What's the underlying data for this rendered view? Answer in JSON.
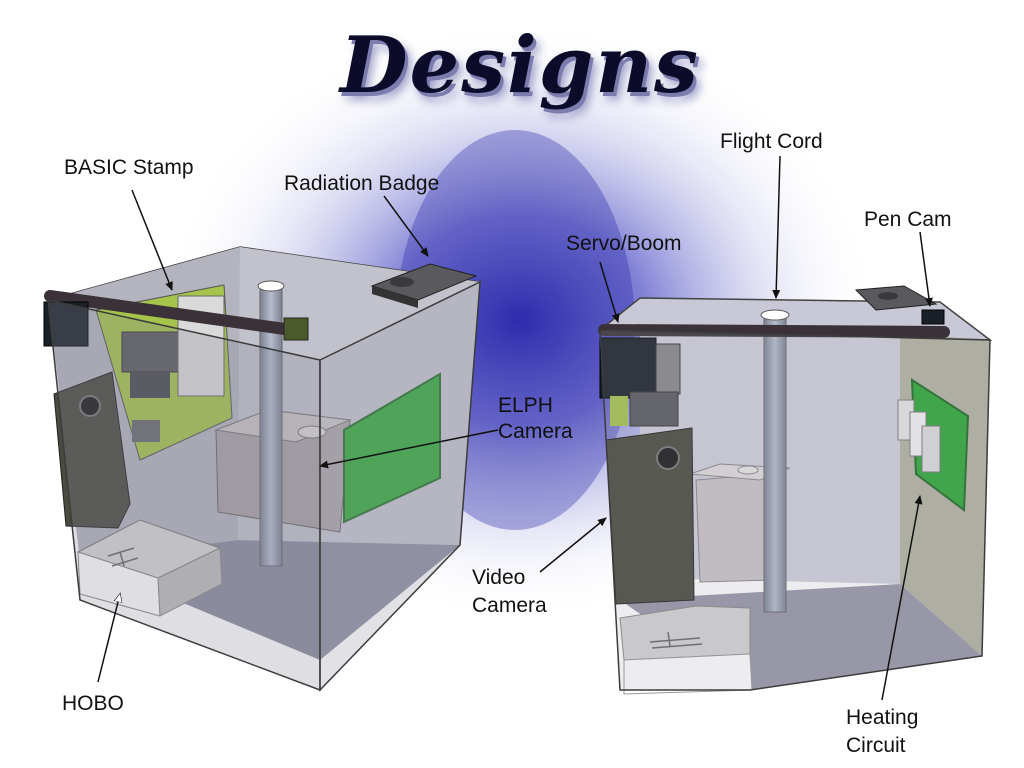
{
  "title": "Designs",
  "labels": {
    "basic_stamp": "BASIC Stamp",
    "radiation_badge": "Radiation Badge",
    "flight_cord": "Flight Cord",
    "pen_cam": "Pen Cam",
    "servo_boom": "Servo/Boom",
    "elph_camera_line1": "ELPH",
    "elph_camera_line2": "Camera",
    "video_camera_line1": "Video",
    "video_camera_line2": "Camera",
    "hobo": "HOBO",
    "heating_circuit_line1": "Heating",
    "heating_circuit_line2": "Circuit"
  },
  "colors": {
    "glow": "#3a3ab8",
    "box_edge": "#3c3c3c",
    "box_face": "#a8a8b4",
    "circuit_green": "#2ea836",
    "board_yellow_green": "#a6c44c",
    "boom_dark": "#3a3238",
    "camera_dark": "#4a4a40",
    "pole_gray": "#8e94a4"
  }
}
